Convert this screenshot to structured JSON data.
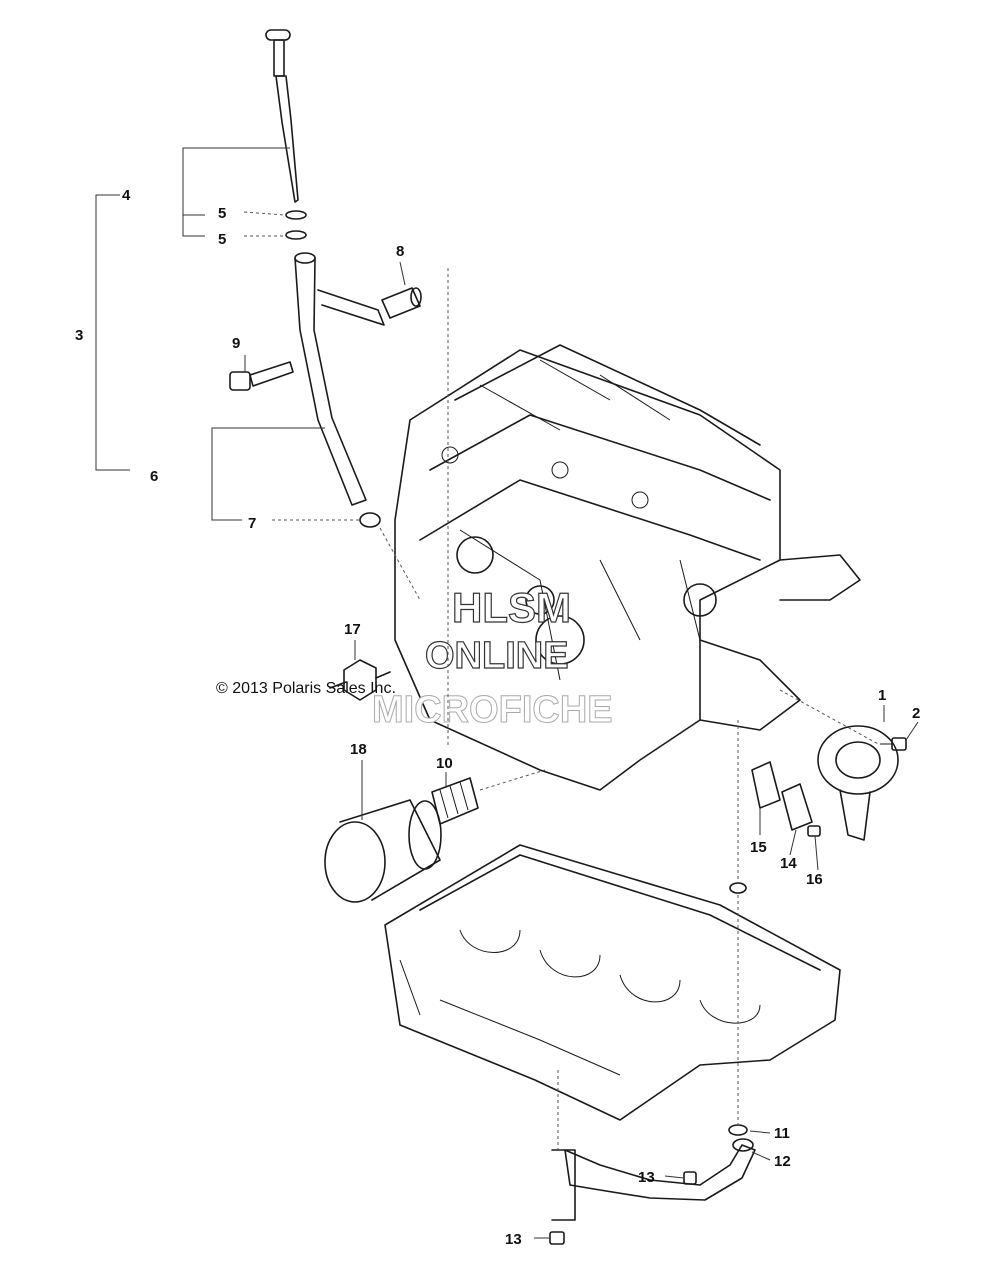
{
  "copyright": "© 2013 Polaris Sales Inc.",
  "watermark": {
    "line1": "HLSM",
    "line2": "ONLINE",
    "line3": "MICROFICHE"
  },
  "callouts": [
    {
      "id": "c1",
      "label": "1"
    },
    {
      "id": "c2",
      "label": "2"
    },
    {
      "id": "c3",
      "label": "3"
    },
    {
      "id": "c4",
      "label": "4"
    },
    {
      "id": "c5a",
      "label": "5"
    },
    {
      "id": "c5b",
      "label": "5"
    },
    {
      "id": "c6",
      "label": "6"
    },
    {
      "id": "c7",
      "label": "7"
    },
    {
      "id": "c8",
      "label": "8"
    },
    {
      "id": "c9",
      "label": "9"
    },
    {
      "id": "c10",
      "label": "10"
    },
    {
      "id": "c11",
      "label": "11"
    },
    {
      "id": "c12",
      "label": "12"
    },
    {
      "id": "c13a",
      "label": "13"
    },
    {
      "id": "c13b",
      "label": "13"
    },
    {
      "id": "c14",
      "label": "14"
    },
    {
      "id": "c15",
      "label": "15"
    },
    {
      "id": "c16",
      "label": "16"
    },
    {
      "id": "c17",
      "label": "17"
    },
    {
      "id": "c18",
      "label": "18"
    }
  ]
}
